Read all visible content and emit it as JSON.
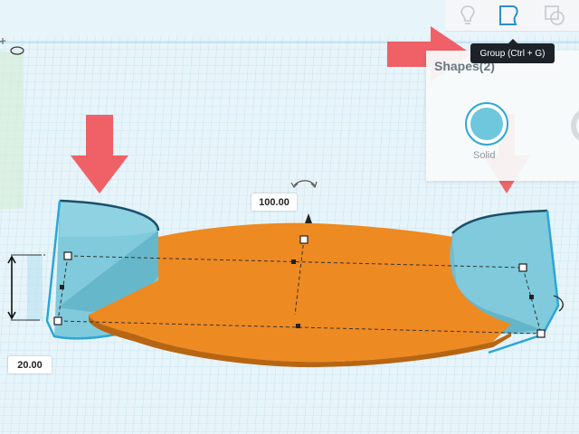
{
  "toolbar": {
    "items": [
      {
        "name": "lightbulb-icon",
        "label": "Notes"
      },
      {
        "name": "group-icon",
        "label": "Group"
      },
      {
        "name": "ungroup-icon",
        "label": "Ungroup"
      }
    ]
  },
  "tooltip": {
    "text": "Group (Ctrl + G)"
  },
  "inspector": {
    "title": "Shapes(2)",
    "solid_label": "Solid",
    "solid_color": "#6ec7dc"
  },
  "dimensions": {
    "width": "100.00",
    "height": "20.00"
  },
  "colors": {
    "workplane": "#e6f3fa",
    "grid_line": "#b5dcea",
    "shape_orange": "#ee8a22",
    "shape_blue": "#6ec7dc",
    "selection": "#29a3d8",
    "annotation_arrow": "#f0595f"
  }
}
